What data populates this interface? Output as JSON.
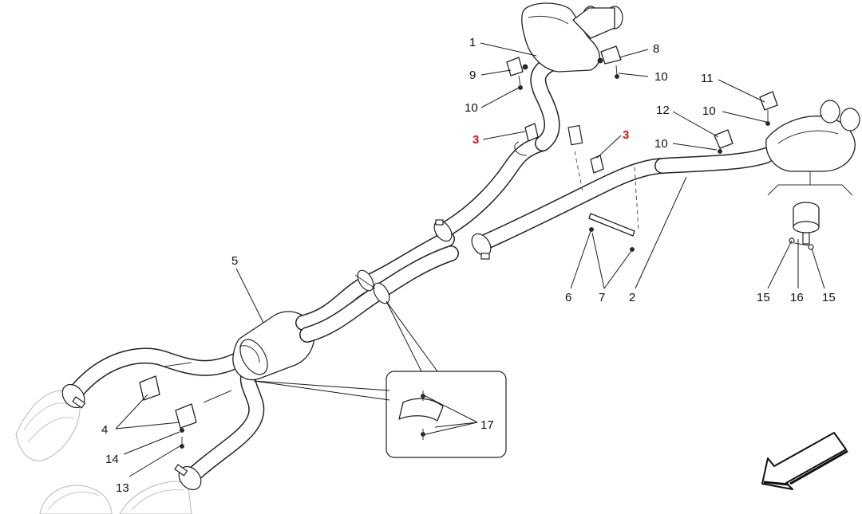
{
  "callouts": {
    "c1": "1",
    "c2": "2",
    "c3a": "3",
    "c3b": "3",
    "c4": "4",
    "c5": "5",
    "c6": "6",
    "c7": "7",
    "c8": "8",
    "c9": "9",
    "c10a": "10",
    "c10b": "10",
    "c10c": "10",
    "c10d": "10",
    "c11": "11",
    "c12": "12",
    "c13": "13",
    "c14": "14",
    "c15a": "15",
    "c15b": "15",
    "c16": "16",
    "c17": "17"
  },
  "colors": {
    "line": "#222222",
    "highlight_callout": "#e01010",
    "background": "#ffffff"
  },
  "icons": {
    "orientation": "direction-arrow-icon"
  }
}
